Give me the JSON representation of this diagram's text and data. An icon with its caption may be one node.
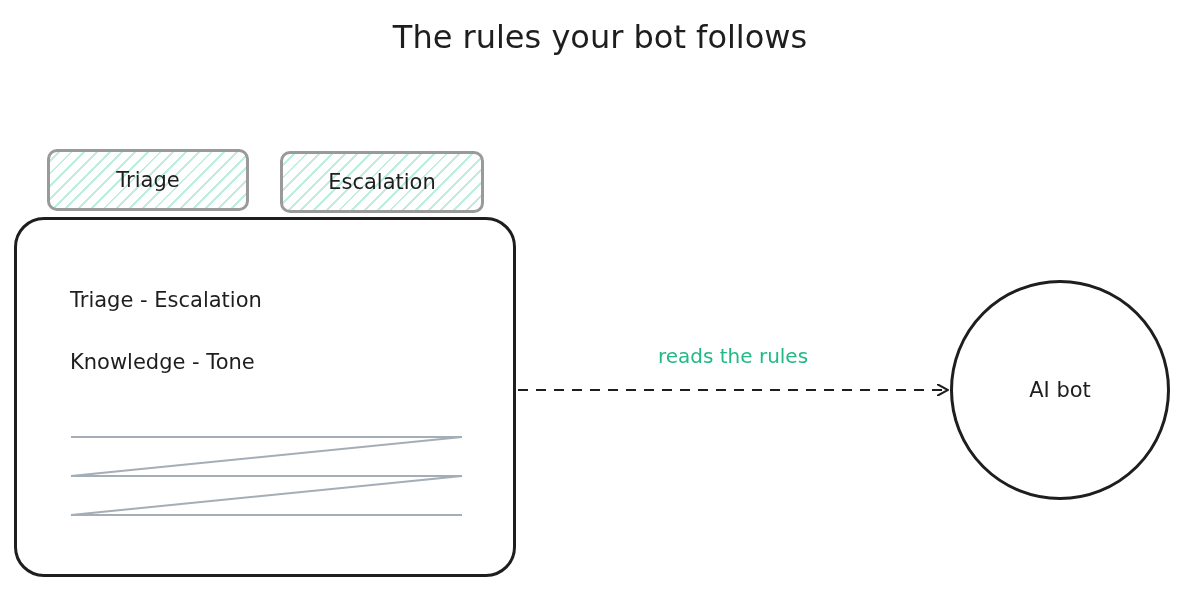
{
  "diagram": {
    "title": "The rules your bot follows",
    "nodes": [
      {
        "text": [
          "Triage"
        ]
      },
      {
        "text": [
          "Escalation"
        ]
      },
      {
        "text": [
          "Triage - Escalation",
          "Knowledge - Tone"
        ]
      },
      {
        "text": [
          "AI bot"
        ]
      }
    ],
    "edges": [
      {
        "from": 2,
        "to": 3,
        "arrow": "to",
        "style": "dashed",
        "label": "reads the rules"
      }
    ]
  }
}
